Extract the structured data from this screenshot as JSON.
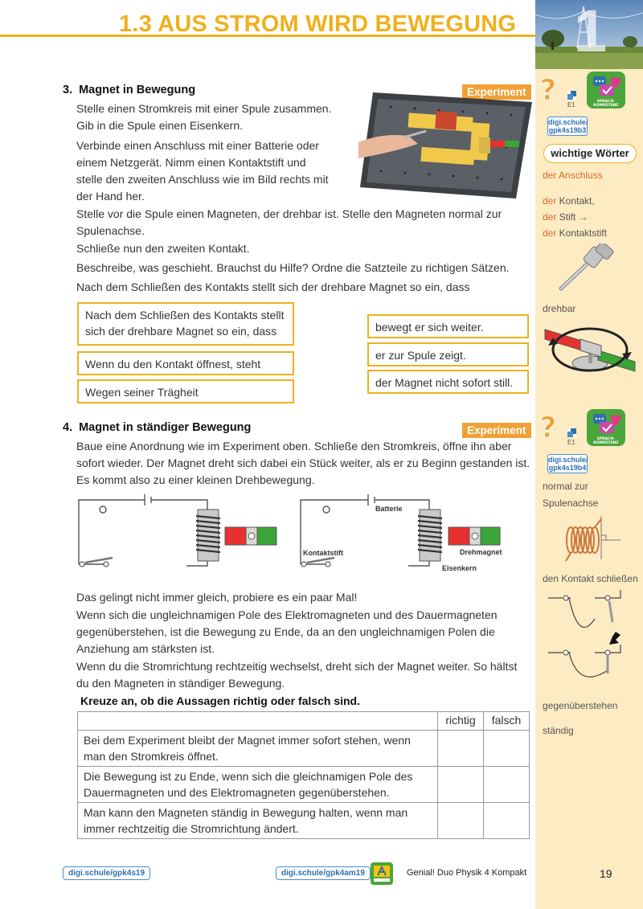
{
  "header": {
    "chapter_title": "1.3 AUS STROM WIRD BEWEGUNG",
    "chapter_number": "1"
  },
  "task3": {
    "number": "3.",
    "title": "Magnet in Bewegung",
    "badge": "Experiment",
    "paragraphs": [
      "Stelle einen Stromkreis mit einer Spule zusammen. Gib in die Spule einen Eisenkern.",
      "Verbinde einen Anschluss mit einer Batterie oder einem Netzgerät. Nimm einen Kontaktstift und stelle den zweiten Anschluss wie im Bild rechts mit der Hand her.",
      "Stelle vor die Spule einen Magneten, der drehbar ist. Stelle den Magneten normal zur Spulenachse.",
      "Schließe nun den zweiten Kontakt.",
      "Beschreibe, was geschieht. Brauchst du Hilfe? Ordne die Satzteile zu richtigen Sätzen.",
      "Nach dem Schließen des Kontakts stellt sich der drehbare Magnet so ein, dass"
    ],
    "left_parts": [
      "Nach dem Schließen des Kontakts stellt sich der drehbare Magnet so ein, dass",
      "Wenn du den Kontakt öffnest, steht",
      "Wegen seiner Trägheit"
    ],
    "right_parts": [
      "bewegt er sich weiter.",
      "er zur Spule zeigt.",
      "der Magnet nicht sofort still."
    ]
  },
  "task4": {
    "number": "4.",
    "title": "Magnet in ständiger Bewegung",
    "badge": "Experiment",
    "intro": "Baue eine Anordnung wie im Experiment oben. Schließe den Stromkreis, öffne ihn aber sofort wieder. Der Magnet dreht sich dabei ein Stück weiter, als er zu Beginn gestanden ist. Es kommt also zu einer kleinen Drehbewegung.",
    "diagram_labels": {
      "batterie": "Batterie",
      "kontaktstift": "Kontaktstift",
      "drehmagnet": "Drehmagnet",
      "eisenkern": "Eisenkern"
    },
    "paragraphs": [
      "Das gelingt nicht immer gleich, probiere es ein paar Mal!",
      "Wenn sich die ungleichnamigen Pole des Elektromagneten und des Dauermagneten gegenüberstehen, ist die Bewegung zu Ende, da an den ungleichnamigen Polen die Anziehung am stärksten ist.",
      "Wenn du die Stromrichtung rechtzeitig wechselst, dreht sich der Magnet weiter. So hältst du den Magneten in ständiger Bewegung."
    ],
    "table_instruction": "Kreuze an, ob die Aussagen richtig oder falsch sind.",
    "table_headers": [
      "",
      "richtig",
      "falsch"
    ],
    "statements": [
      "Bei dem Experiment bleibt der Magnet immer sofort stehen, wenn man den Stromkreis öffnet.",
      "Die Bewegung ist zu Ende, wenn sich die gleichnamigen Pole des Dauermagneten und des Elektromagneten gegenüberstehen.",
      "Man kann den Magneten ständig in Bewegung halten, wenn man immer rechtzeitig die Stromrichtung ändert."
    ]
  },
  "sidebar": {
    "e1": "E1",
    "digi_code_1": "digi.schule/ gpk4s19b3",
    "digi_code_2": "digi.schule/ gpk4s19b4",
    "sprach_label": "SPRACH-KOMPETENZ",
    "wichtige_woerter": "wichtige Wörter",
    "words": {
      "anschluss": "der Anschluss",
      "kontakt_art": "der",
      "kontakt": " Kontakt,",
      "stift_art": "der",
      "stift": " Stift",
      "kontaktstift_art": "der",
      "kontaktstift": " Kontaktstift",
      "drehbar": "drehbar",
      "normal1": "normal zur",
      "normal2": "Spulenachse",
      "kontakt_schliessen": "den Kontakt schließen",
      "gegenueberstehen": "gegenüberstehen",
      "staendig": "ständig"
    }
  },
  "footer": {
    "digi_left": "digi.schule/gpk4s19",
    "digi_center": "digi.schule/gpk4am19",
    "book": "Genial! Duo Physik 4 Kompakt",
    "page": "19"
  },
  "colors": {
    "accent_yellow": "#f0b01d",
    "badge_orange": "#f0a135",
    "sidebar_bg": "#fdebc4",
    "link_blue": "#2f6fae",
    "magnet_red": "#e8312f",
    "magnet_green": "#3aa536"
  }
}
